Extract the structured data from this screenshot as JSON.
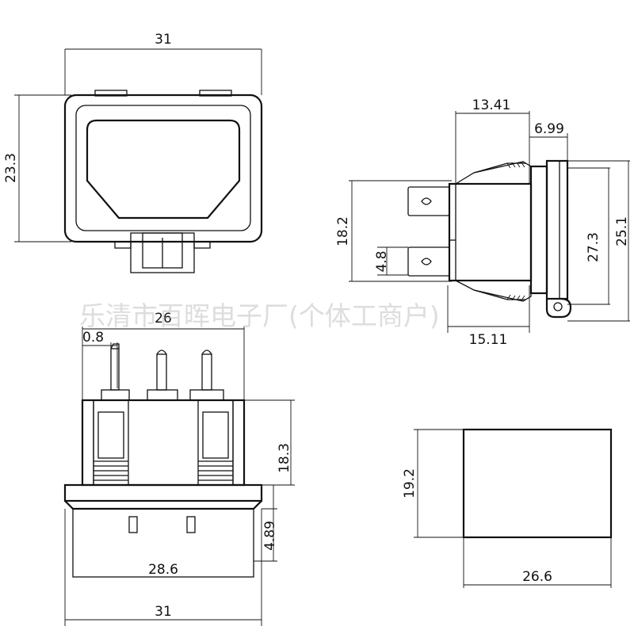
{
  "watermark": "乐清市百晖电子厂(个体工商户)",
  "views": {
    "front": {
      "width_label": "31",
      "height_label": "23.3"
    },
    "side": {
      "top_label": "13.41",
      "top_right_label": "6.99",
      "left_label": "18.2",
      "pin_label": "4.8",
      "mid_label": "27.3",
      "right_label": "25.1",
      "bottom_label": "15.11"
    },
    "bottom": {
      "top_label": "26",
      "pin_label": "0.8",
      "height_label": "18.3",
      "flange_label": "4.89",
      "inner_width_label": "28.6",
      "width_label": "31"
    },
    "cutout": {
      "height_label": "19.2",
      "width_label": "26.6"
    }
  }
}
